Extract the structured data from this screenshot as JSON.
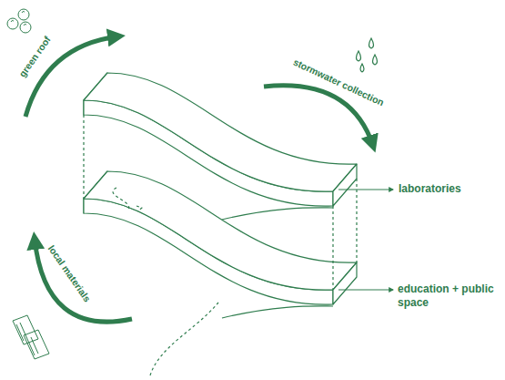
{
  "diagram": {
    "labels": [
      "green roof",
      "stormwater collection",
      "local materials",
      "laboratories",
      "education + public space"
    ]
  }
}
